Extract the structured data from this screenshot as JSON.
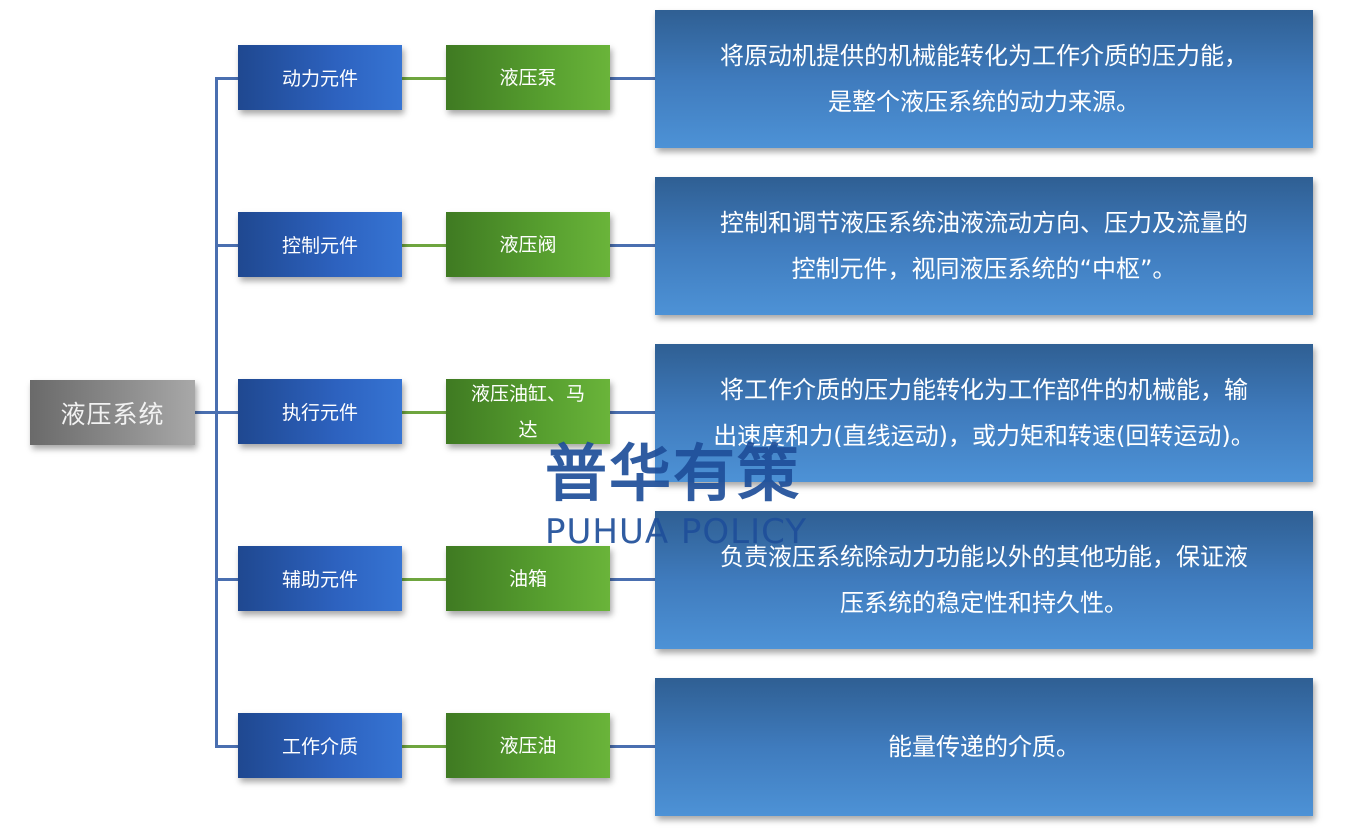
{
  "root": {
    "label": "液压系统"
  },
  "rows": [
    {
      "category": "动力元件",
      "component": "液压泵",
      "description_lines": [
        "将原动机提供的机械能转化为工作介质的压力能，",
        "是整个液压系统的动力来源。"
      ]
    },
    {
      "category": "控制元件",
      "component": "液压阀",
      "description_lines": [
        "控制和调节液压系统油液流动方向、压力及流量的",
        "控制元件，视同液压系统的“中枢”。"
      ]
    },
    {
      "category": "执行元件",
      "component_lines": [
        "液压油缸、马",
        "达"
      ],
      "description_lines": [
        "将工作介质的压力能转化为工作部件的机械能，输",
        "出速度和力(直线运动)，或力矩和转速(回转运动)。"
      ]
    },
    {
      "category": "辅助元件",
      "component": "油箱",
      "description_lines": [
        "负责液压系统除动力功能以外的其他功能，保证液",
        "压系统的稳定性和持久性。"
      ]
    },
    {
      "category": "工作介质",
      "component": "液压油",
      "description_lines": [
        "能量传递的介质。"
      ]
    }
  ],
  "watermark": {
    "cn": "普华有策",
    "en": "PUHUA POLICY"
  },
  "colors": {
    "root": "#7f7f7f",
    "category": "#2d62bf",
    "component": "#579f2f",
    "description": "#3f7bbd",
    "connector_blue": "#4a6fb0",
    "connector_green": "#6ea53f",
    "watermark": "#1f4f9a"
  }
}
